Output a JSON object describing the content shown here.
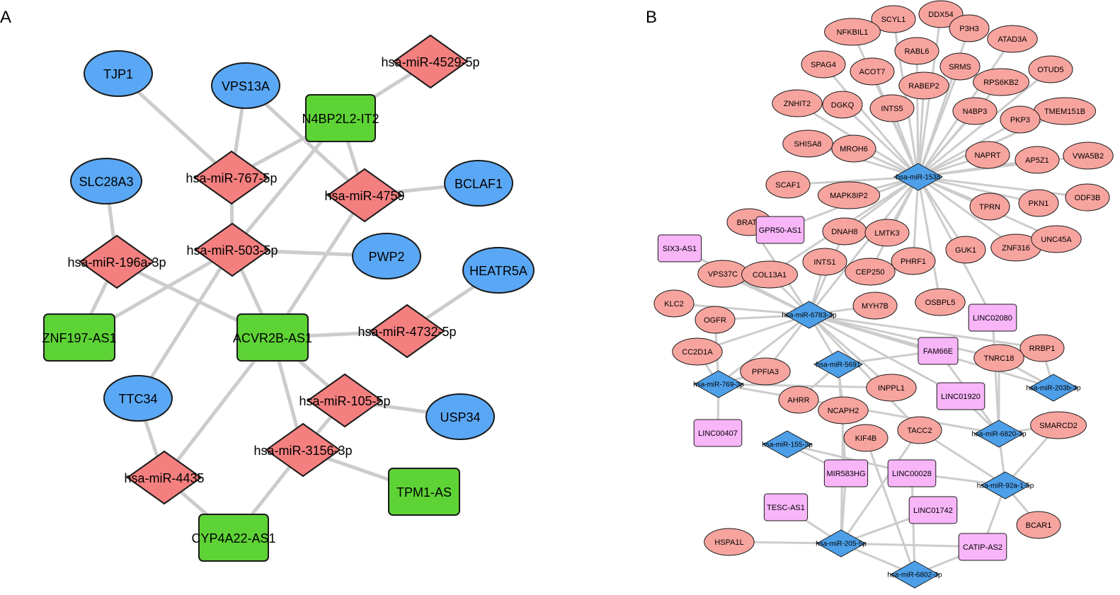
{
  "panels": [
    {
      "letter": "A"
    },
    {
      "letter": "B"
    }
  ],
  "colors": {
    "mrna_a": "#5aa8f5",
    "mirna_a": "#f47f7f",
    "lncrna_a": "#5ed336",
    "mrna_b": "#f7a49f",
    "mirna_b": "#4d9fe8",
    "lncrna_b": "#f8b5f8",
    "edge": "#cccccc"
  },
  "networkA": {
    "nodes": [
      {
        "id": "TJP1",
        "label": "TJP1",
        "type": "mrna"
      },
      {
        "id": "VPS13A",
        "label": "VPS13A",
        "type": "mrna"
      },
      {
        "id": "SLC28A3",
        "label": "SLC28A3",
        "type": "mrna"
      },
      {
        "id": "BCLAF1",
        "label": "BCLAF1",
        "type": "mrna"
      },
      {
        "id": "PWP2",
        "label": "PWP2",
        "type": "mrna"
      },
      {
        "id": "HEATR5A",
        "label": "HEATR5A",
        "type": "mrna"
      },
      {
        "id": "TTC34",
        "label": "TTC34",
        "type": "mrna"
      },
      {
        "id": "USP34",
        "label": "USP34",
        "type": "mrna"
      },
      {
        "id": "m4529",
        "label": "hsa-miR-4529-5p",
        "type": "mirna"
      },
      {
        "id": "m767",
        "label": "hsa-miR-767-5p",
        "type": "mirna"
      },
      {
        "id": "m4759",
        "label": "hsa-miR-4759",
        "type": "mirna"
      },
      {
        "id": "m503",
        "label": "hsa-miR-503-5p",
        "type": "mirna"
      },
      {
        "id": "m196",
        "label": "hsa-miR-196a-3p",
        "type": "mirna"
      },
      {
        "id": "m4732",
        "label": "hsa-miR-4732-5p",
        "type": "mirna"
      },
      {
        "id": "m105",
        "label": "hsa-miR-105-5p",
        "type": "mirna"
      },
      {
        "id": "m3156",
        "label": "hsa-miR-3156-3p",
        "type": "mirna"
      },
      {
        "id": "m4435",
        "label": "hsa-miR-4435",
        "type": "mirna"
      },
      {
        "id": "N4BP2L2",
        "label": "N4BP2L2-IT2",
        "type": "lncrna"
      },
      {
        "id": "ZNF197",
        "label": "ZNF197-AS1",
        "type": "lncrna"
      },
      {
        "id": "ACVR2B",
        "label": "ACVR2B-AS1",
        "type": "lncrna"
      },
      {
        "id": "TPM1",
        "label": "TPM1-AS",
        "type": "lncrna"
      },
      {
        "id": "CYP4A22",
        "label": "CYP4A22-AS1",
        "type": "lncrna"
      }
    ],
    "edges": [
      [
        "m4529",
        "N4BP2L2"
      ],
      [
        "TJP1",
        "m767"
      ],
      [
        "VPS13A",
        "m767"
      ],
      [
        "N4BP2L2",
        "m767"
      ],
      [
        "N4BP2L2",
        "m4759"
      ],
      [
        "m4759",
        "BCLAF1"
      ],
      [
        "VPS13A",
        "m4759"
      ],
      [
        "N4BP2L2",
        "m503"
      ],
      [
        "SLC28A3",
        "m196"
      ],
      [
        "m767",
        "m503"
      ],
      [
        "m503",
        "PWP2"
      ],
      [
        "m503",
        "ZNF197"
      ],
      [
        "m503",
        "ACVR2B"
      ],
      [
        "m503",
        "TTC34"
      ],
      [
        "m196",
        "ZNF197"
      ],
      [
        "m196",
        "ACVR2B"
      ],
      [
        "m4759",
        "ACVR2B"
      ],
      [
        "HEATR5A",
        "m4732"
      ],
      [
        "m4732",
        "ACVR2B"
      ],
      [
        "ACVR2B",
        "m105"
      ],
      [
        "m105",
        "USP34"
      ],
      [
        "m105",
        "m3156"
      ],
      [
        "m3156",
        "TPM1"
      ],
      [
        "m3156",
        "CYP4A22"
      ],
      [
        "ACVR2B",
        "m3156"
      ],
      [
        "ACVR2B",
        "m4435"
      ],
      [
        "TTC34",
        "m4435"
      ],
      [
        "m4435",
        "CYP4A22"
      ]
    ]
  },
  "networkB": {
    "nodes": [
      {
        "id": "h1538",
        "label": "hsa-miR-1538",
        "type": "mirna"
      },
      {
        "id": "h6783",
        "label": "hsa-miR-6783-3p",
        "type": "mirna"
      },
      {
        "id": "h5691",
        "label": "hsa-miR-5691",
        "type": "mirna"
      },
      {
        "id": "h769",
        "label": "hsa-miR-769-3p",
        "type": "mirna"
      },
      {
        "id": "h203",
        "label": "hsa-miR-203b-3p",
        "type": "mirna"
      },
      {
        "id": "h6820",
        "label": "hsa-miR-6820-3p",
        "type": "mirna"
      },
      {
        "id": "h155",
        "label": "hsa-miR-155-3p",
        "type": "mirna"
      },
      {
        "id": "h92",
        "label": "hsa-miR-92a-1-5p",
        "type": "mirna"
      },
      {
        "id": "h205",
        "label": "hsa-miR-205-5p",
        "type": "mirna"
      },
      {
        "id": "h6802",
        "label": "hsa-miR-6802-3p",
        "type": "mirna"
      },
      {
        "id": "DDX54",
        "label": "DDX54",
        "type": "mrna"
      },
      {
        "id": "SCYL1",
        "label": "SCYL1",
        "type": "mrna"
      },
      {
        "id": "NFKBIL1",
        "label": "NFKBIL1",
        "type": "mrna"
      },
      {
        "id": "P3H3",
        "label": "P3H3",
        "type": "mrna"
      },
      {
        "id": "ATAD3A",
        "label": "ATAD3A",
        "type": "mrna"
      },
      {
        "id": "RABL6",
        "label": "RABL6",
        "type": "mrna"
      },
      {
        "id": "SPAG4",
        "label": "SPAG4",
        "type": "mrna"
      },
      {
        "id": "ACOT7",
        "label": "ACOT7",
        "type": "mrna"
      },
      {
        "id": "SRMS",
        "label": "SRMS",
        "type": "mrna"
      },
      {
        "id": "OTUD5",
        "label": "OTUD5",
        "type": "mrna"
      },
      {
        "id": "RPS6KB2",
        "label": "RPS6KB2",
        "type": "mrna"
      },
      {
        "id": "RABEP2",
        "label": "RABEP2",
        "type": "mrna"
      },
      {
        "id": "ZNHIT2",
        "label": "ZNHIT2",
        "type": "mrna"
      },
      {
        "id": "DGKQ",
        "label": "DGKQ",
        "type": "mrna"
      },
      {
        "id": "INTS5",
        "label": "INTS5",
        "type": "mrna"
      },
      {
        "id": "N4BP3",
        "label": "N4BP3",
        "type": "mrna"
      },
      {
        "id": "TMEM151B",
        "label": "TMEM151B",
        "type": "mrna"
      },
      {
        "id": "PKP3",
        "label": "PKP3",
        "type": "mrna"
      },
      {
        "id": "SHISA8",
        "label": "SHISA8",
        "type": "mrna"
      },
      {
        "id": "MROH6",
        "label": "MROH6",
        "type": "mrna"
      },
      {
        "id": "NAPRT",
        "label": "NAPRT",
        "type": "mrna"
      },
      {
        "id": "AP5Z1",
        "label": "AP5Z1",
        "type": "mrna"
      },
      {
        "id": "VWA5B2",
        "label": "VWA5B2",
        "type": "mrna"
      },
      {
        "id": "SCAF1",
        "label": "SCAF1",
        "type": "mrna"
      },
      {
        "id": "MAPK8IP2",
        "label": "MAPK8IP2",
        "type": "mrna"
      },
      {
        "id": "ODF3B",
        "label": "ODF3B",
        "type": "mrna"
      },
      {
        "id": "PKN1",
        "label": "PKN1",
        "type": "mrna"
      },
      {
        "id": "TPRN",
        "label": "TPRN",
        "type": "mrna"
      },
      {
        "id": "BRAT1",
        "label": "BRAT1",
        "type": "mrna"
      },
      {
        "id": "DNAH8",
        "label": "DNAH8",
        "type": "mrna"
      },
      {
        "id": "LMTK3",
        "label": "LMTK3",
        "type": "mrna"
      },
      {
        "id": "GUK1",
        "label": "GUK1",
        "type": "mrna"
      },
      {
        "id": "ZNF316",
        "label": "ZNF316",
        "type": "mrna"
      },
      {
        "id": "UNC45A",
        "label": "UNC45A",
        "type": "mrna"
      },
      {
        "id": "INTS1",
        "label": "INTS1",
        "type": "mrna"
      },
      {
        "id": "CEP250",
        "label": "CEP250",
        "type": "mrna"
      },
      {
        "id": "PHRF1",
        "label": "PHRF1",
        "type": "mrna"
      },
      {
        "id": "VPS37C",
        "label": "VPS37C",
        "type": "mrna"
      },
      {
        "id": "COL13A1",
        "label": "COL13A1",
        "type": "mrna"
      },
      {
        "id": "KLC2",
        "label": "KLC2",
        "type": "mrna"
      },
      {
        "id": "OGFR",
        "label": "OGFR",
        "type": "mrna"
      },
      {
        "id": "MYH7B",
        "label": "MYH7B",
        "type": "mrna"
      },
      {
        "id": "OSBPL5",
        "label": "OSBPL5",
        "type": "mrna"
      },
      {
        "id": "CC2D1A",
        "label": "CC2D1A",
        "type": "mrna"
      },
      {
        "id": "RRBP1",
        "label": "RRBP1",
        "type": "mrna"
      },
      {
        "id": "TNRC18",
        "label": "TNRC18",
        "type": "mrna"
      },
      {
        "id": "PPFIA3",
        "label": "PPFIA3",
        "type": "mrna"
      },
      {
        "id": "INPPL1",
        "label": "INPPL1",
        "type": "mrna"
      },
      {
        "id": "AHRR",
        "label": "AHRR",
        "type": "mrna"
      },
      {
        "id": "NCAPH2",
        "label": "NCAPH2",
        "type": "mrna"
      },
      {
        "id": "SMARCD2",
        "label": "SMARCD2",
        "type": "mrna"
      },
      {
        "id": "KIF4B",
        "label": "KIF4B",
        "type": "mrna"
      },
      {
        "id": "TACC2",
        "label": "TACC2",
        "type": "mrna"
      },
      {
        "id": "BCAR1",
        "label": "BCAR1",
        "type": "mrna"
      },
      {
        "id": "HSPA1L",
        "label": "HSPA1L",
        "type": "mrna"
      },
      {
        "id": "SIX3AS1",
        "label": "SIX3-AS1",
        "type": "lncrna"
      },
      {
        "id": "GPR50AS1",
        "label": "GPR50-AS1",
        "type": "lncrna"
      },
      {
        "id": "LINC02080",
        "label": "LINC02080",
        "type": "lncrna"
      },
      {
        "id": "FAM66E",
        "label": "FAM66E",
        "type": "lncrna"
      },
      {
        "id": "LINC01920",
        "label": "LINC01920",
        "type": "lncrna"
      },
      {
        "id": "LINC00407",
        "label": "LINC00407",
        "type": "lncrna"
      },
      {
        "id": "MIR583HG",
        "label": "MIR583HG",
        "type": "lncrna"
      },
      {
        "id": "LINC00028",
        "label": "LINC00028",
        "type": "lncrna"
      },
      {
        "id": "TESCAS1",
        "label": "TESC-AS1",
        "type": "lncrna"
      },
      {
        "id": "LINC01742",
        "label": "LINC01742",
        "type": "lncrna"
      },
      {
        "id": "CATIPAS2",
        "label": "CATIP-AS2",
        "type": "lncrna"
      }
    ],
    "edges": [
      [
        "h1538",
        "DDX54"
      ],
      [
        "h1538",
        "SCYL1"
      ],
      [
        "h1538",
        "NFKBIL1"
      ],
      [
        "h1538",
        "P3H3"
      ],
      [
        "h1538",
        "ATAD3A"
      ],
      [
        "h1538",
        "RABL6"
      ],
      [
        "h1538",
        "SPAG4"
      ],
      [
        "h1538",
        "ACOT7"
      ],
      [
        "h1538",
        "SRMS"
      ],
      [
        "h1538",
        "OTUD5"
      ],
      [
        "h1538",
        "RPS6KB2"
      ],
      [
        "h1538",
        "RABEP2"
      ],
      [
        "h1538",
        "ZNHIT2"
      ],
      [
        "h1538",
        "DGKQ"
      ],
      [
        "h1538",
        "INTS5"
      ],
      [
        "h1538",
        "N4BP3"
      ],
      [
        "h1538",
        "TMEM151B"
      ],
      [
        "h1538",
        "PKP3"
      ],
      [
        "h1538",
        "SHISA8"
      ],
      [
        "h1538",
        "MROH6"
      ],
      [
        "h1538",
        "NAPRT"
      ],
      [
        "h1538",
        "AP5Z1"
      ],
      [
        "h1538",
        "VWA5B2"
      ],
      [
        "h1538",
        "SCAF1"
      ],
      [
        "h1538",
        "MAPK8IP2"
      ],
      [
        "h1538",
        "ODF3B"
      ],
      [
        "h1538",
        "PKN1"
      ],
      [
        "h1538",
        "TPRN"
      ],
      [
        "h1538",
        "GPR50AS1"
      ],
      [
        "h1538",
        "DNAH8"
      ],
      [
        "h1538",
        "LMTK3"
      ],
      [
        "h1538",
        "GUK1"
      ],
      [
        "h1538",
        "ZNF316"
      ],
      [
        "h1538",
        "UNC45A"
      ],
      [
        "h1538",
        "LINC02080"
      ],
      [
        "h1538",
        "CEP250"
      ],
      [
        "h1538",
        "PHRF1"
      ],
      [
        "h1538",
        "h6783"
      ],
      [
        "h1538",
        "OSBPL5"
      ],
      [
        "h1538",
        "COL13A1"
      ],
      [
        "h6783",
        "BRAT1"
      ],
      [
        "h6783",
        "SIX3AS1"
      ],
      [
        "h6783",
        "VPS37C"
      ],
      [
        "h6783",
        "COL13A1"
      ],
      [
        "h6783",
        "INTS1"
      ],
      [
        "h6783",
        "KLC2"
      ],
      [
        "h6783",
        "OGFR"
      ],
      [
        "h6783",
        "MYH7B"
      ],
      [
        "h6783",
        "CC2D1A"
      ],
      [
        "h6783",
        "FAM66E"
      ],
      [
        "h6783",
        "TNRC18"
      ],
      [
        "h6783",
        "RRBP1"
      ],
      [
        "h6783",
        "PPFIA3"
      ],
      [
        "h6783",
        "h769"
      ],
      [
        "h6783",
        "h5691"
      ],
      [
        "h6783",
        "LINC01920"
      ],
      [
        "h6783",
        "TACC2"
      ],
      [
        "h6783",
        "h203"
      ],
      [
        "h6783",
        "INPPL1"
      ],
      [
        "h6783",
        "DNAH8"
      ],
      [
        "h5691",
        "FAM66E"
      ],
      [
        "h5691",
        "AHRR"
      ],
      [
        "h5691",
        "NCAPH2"
      ],
      [
        "h5691",
        "MIR583HG"
      ],
      [
        "h769",
        "CC2D1A"
      ],
      [
        "h769",
        "LINC00407"
      ],
      [
        "h769",
        "PPFIA3"
      ],
      [
        "h769",
        "INPPL1"
      ],
      [
        "h769",
        "h6820"
      ],
      [
        "h769",
        "OGFR"
      ],
      [
        "h155",
        "MIR583HG"
      ],
      [
        "h155",
        "LINC00028"
      ],
      [
        "h6820",
        "LINC01920"
      ],
      [
        "h6820",
        "SMARCD2"
      ],
      [
        "h6820",
        "TNRC18"
      ],
      [
        "h6820",
        "FAM66E"
      ],
      [
        "h6820",
        "LINC02080"
      ],
      [
        "h92",
        "h6820"
      ],
      [
        "h92",
        "LINC00028"
      ],
      [
        "h92",
        "BCAR1"
      ],
      [
        "h92",
        "CATIPAS2"
      ],
      [
        "h92",
        "TACC2"
      ],
      [
        "h205",
        "HSPA1L"
      ],
      [
        "h205",
        "TESCAS1"
      ],
      [
        "h205",
        "LINC01742"
      ],
      [
        "h205",
        "CATIPAS2"
      ],
      [
        "h205",
        "MIR583HG"
      ],
      [
        "h205",
        "TACC2"
      ],
      [
        "h205",
        "NCAPH2"
      ],
      [
        "h6802",
        "h205"
      ],
      [
        "h6802",
        "LINC00028"
      ],
      [
        "h6802",
        "KIF4B"
      ],
      [
        "h6802",
        "CATIPAS2"
      ],
      [
        "h203",
        "TNRC18"
      ],
      [
        "h203",
        "RRBP1"
      ],
      [
        "h92",
        "SMARCD2"
      ]
    ]
  }
}
